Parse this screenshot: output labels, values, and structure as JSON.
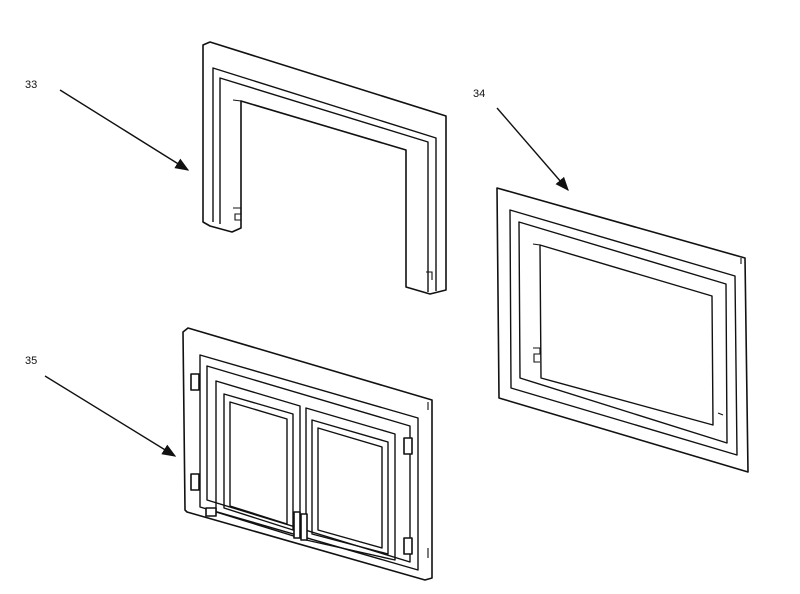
{
  "callouts": {
    "part_33": "33",
    "part_34": "34",
    "part_35": "35"
  },
  "colors": {
    "line": "#111111",
    "background": "#ffffff"
  }
}
